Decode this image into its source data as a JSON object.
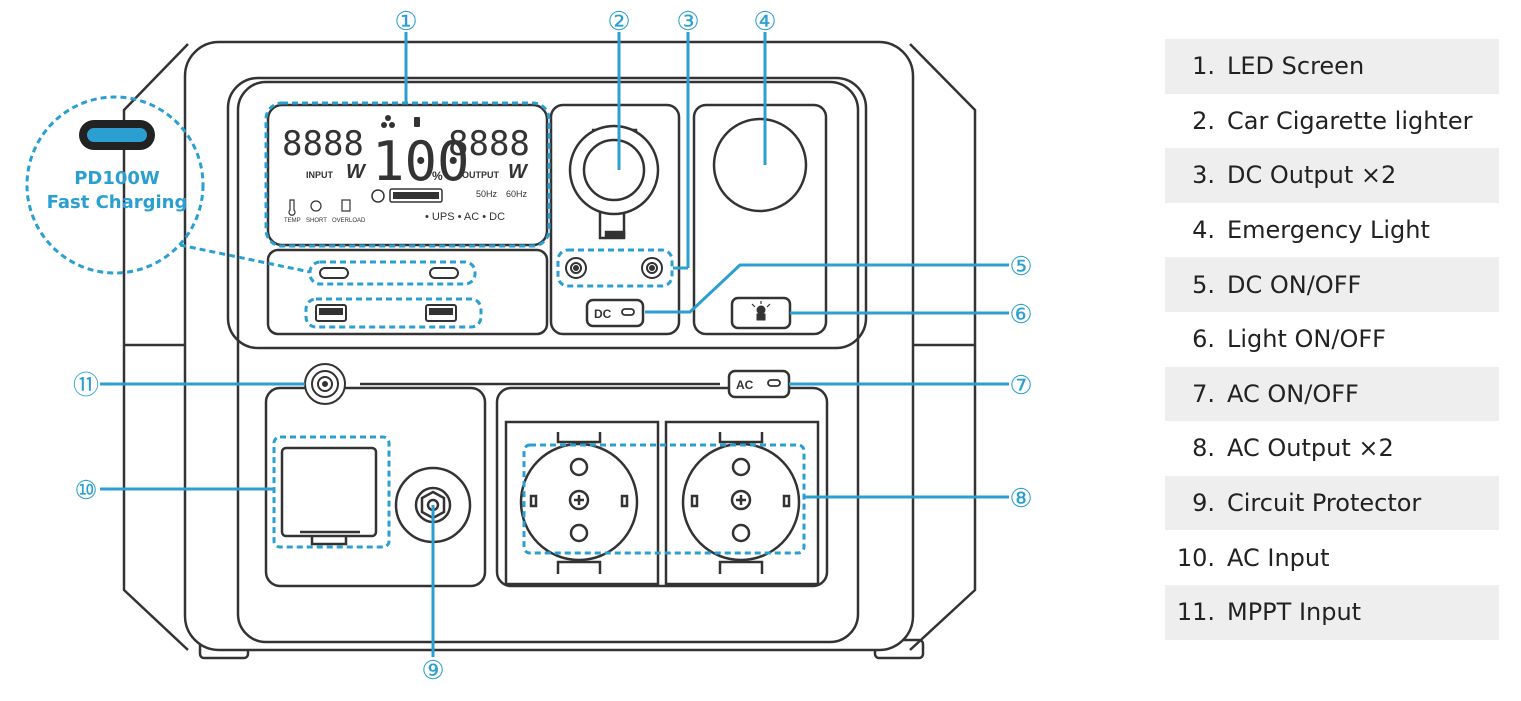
{
  "colors": {
    "accent": "#2b9fd1",
    "outline": "#333333",
    "body_fill": "#ffffff",
    "legend_shade": "#eeeeee",
    "text": "#222222"
  },
  "lcd": {
    "input_value": "8888",
    "input_unit": "W",
    "input_label": "INPUT",
    "output_value": "8888",
    "output_unit": "W",
    "output_label": "OUTPUT",
    "battery_percent": "100",
    "percent_sign": "%",
    "hz_50": "50Hz",
    "hz_60": "60Hz",
    "mode_line": "• UPS • AC • DC",
    "temp_label": "TEMP",
    "short_label": "SHORT",
    "overload_label": "OVERLOAD"
  },
  "callout": {
    "line1": "PD100W",
    "line2": "Fast Charging"
  },
  "buttons": {
    "dc_label": "DC",
    "ac_label": "AC"
  },
  "markers": [
    {
      "number": "①",
      "label": "LED Screen"
    },
    {
      "number": "②",
      "label": "Car Cigarette lighter"
    },
    {
      "number": "③",
      "label": "DC Output ×2"
    },
    {
      "number": "④",
      "label": "Emergency Light"
    },
    {
      "number": "⑤",
      "label": "DC ON/OFF"
    },
    {
      "number": "⑥",
      "label": "Light ON/OFF"
    },
    {
      "number": "⑦",
      "label": "AC ON/OFF"
    },
    {
      "number": "⑧",
      "label": "AC Output ×2"
    },
    {
      "number": "⑨",
      "label": "Circuit Protector"
    },
    {
      "number": "⑩",
      "label": "AC Input"
    },
    {
      "number": "⑪",
      "label": "MPPT Input"
    }
  ],
  "legend": [
    {
      "num": "1.",
      "label": "LED Screen"
    },
    {
      "num": "2.",
      "label": "Car Cigarette lighter"
    },
    {
      "num": "3.",
      "label": "DC Output ×2"
    },
    {
      "num": "4.",
      "label": "Emergency Light"
    },
    {
      "num": "5.",
      "label": "DC ON/OFF"
    },
    {
      "num": "6.",
      "label": "Light ON/OFF"
    },
    {
      "num": "7.",
      "label": "AC ON/OFF"
    },
    {
      "num": "8.",
      "label": "AC Output ×2"
    },
    {
      "num": "9.",
      "label": "Circuit Protector"
    },
    {
      "num": "10.",
      "label": "AC Input"
    },
    {
      "num": "11.",
      "label": "MPPT Input"
    }
  ]
}
